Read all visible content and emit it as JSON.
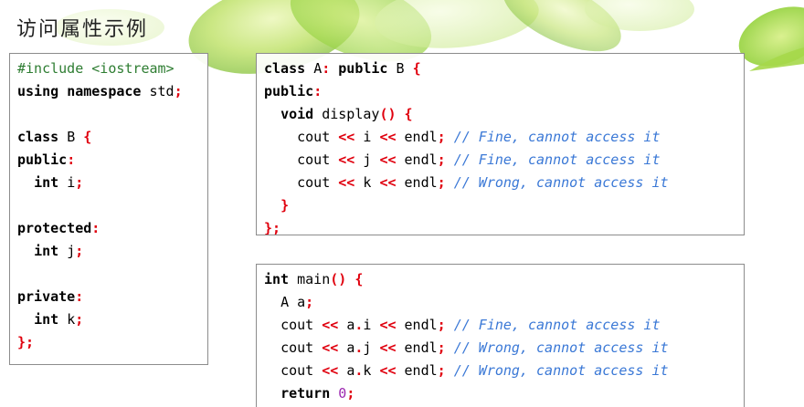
{
  "slide": {
    "title": "访问属性示例"
  },
  "code_class_b": {
    "l1_pp": "#include <iostream>",
    "l2_kw1": "using",
    "l2_kw2": "namespace",
    "l2_id": "std",
    "l2_op": ";",
    "l4_kw": "class",
    "l4_id": "B",
    "l4_op": "{",
    "l5_kw": "public",
    "l5_op": ":",
    "l6_kw": "int",
    "l6_id": "i",
    "l6_op": ";",
    "l8_kw": "protected",
    "l8_op": ":",
    "l9_kw": "int",
    "l9_id": "j",
    "l9_op": ";",
    "l11_kw": "private",
    "l11_op": ":",
    "l12_kw": "int",
    "l12_id": "k",
    "l12_op": ";",
    "l13_op": "};"
  },
  "code_class_a": {
    "l1_kw1": "class",
    "l1_id1": "A",
    "l1_op1": ":",
    "l1_kw2": "public",
    "l1_id2": "B",
    "l1_op2": "{",
    "l2_kw": "public",
    "l2_op": ":",
    "l3_kw": "void",
    "l3_id": "display",
    "l3_op1": "()",
    "l3_op2": "{",
    "l4_id1": "cout",
    "l4_op1": "<<",
    "l4_id2": "i",
    "l4_op2": "<<",
    "l4_id3": "endl",
    "l4_op3": ";",
    "l4_cm": "// Fine, cannot access it",
    "l5_id1": "cout",
    "l5_op1": "<<",
    "l5_id2": "j",
    "l5_op2": "<<",
    "l5_id3": "endl",
    "l5_op3": ";",
    "l5_cm": "// Fine, cannot access it",
    "l6_id1": "cout",
    "l6_op1": "<<",
    "l6_id2": "k",
    "l6_op2": "<<",
    "l6_id3": "endl",
    "l6_op3": ";",
    "l6_cm": "// Wrong, cannot access it",
    "l7_op": "}",
    "l8_op": "};"
  },
  "code_main": {
    "l1_kw": "int",
    "l1_id": "main",
    "l1_op1": "()",
    "l1_op2": "{",
    "l2_id1": "A",
    "l2_id2": "a",
    "l2_op": ";",
    "l3_id1": "cout",
    "l3_op1": "<<",
    "l3_id2": "a",
    "l3_op2": ".",
    "l3_id3": "i",
    "l3_op3": "<<",
    "l3_id4": "endl",
    "l3_op4": ";",
    "l3_cm": "// Fine, cannot access it",
    "l4_id1": "cout",
    "l4_op1": "<<",
    "l4_id2": "a",
    "l4_op2": ".",
    "l4_id3": "j",
    "l4_op3": "<<",
    "l4_id4": "endl",
    "l4_op4": ";",
    "l4_cm": "// Wrong, cannot access it",
    "l5_id1": "cout",
    "l5_op1": "<<",
    "l5_id2": "a",
    "l5_op2": ".",
    "l5_id3": "k",
    "l5_op3": "<<",
    "l5_id4": "endl",
    "l5_op4": ";",
    "l5_cm": "// Wrong, cannot access it",
    "l6_kw": "return",
    "l6_num": "0",
    "l6_op": ";"
  },
  "colors": {
    "keyword": "#000000",
    "operator": "#e0000e",
    "comment": "#3a78d6",
    "preprocessor": "#2e7d32",
    "number": "#9c27b0"
  },
  "icons": {
    "background_decoration": "green-leaves-icon"
  }
}
